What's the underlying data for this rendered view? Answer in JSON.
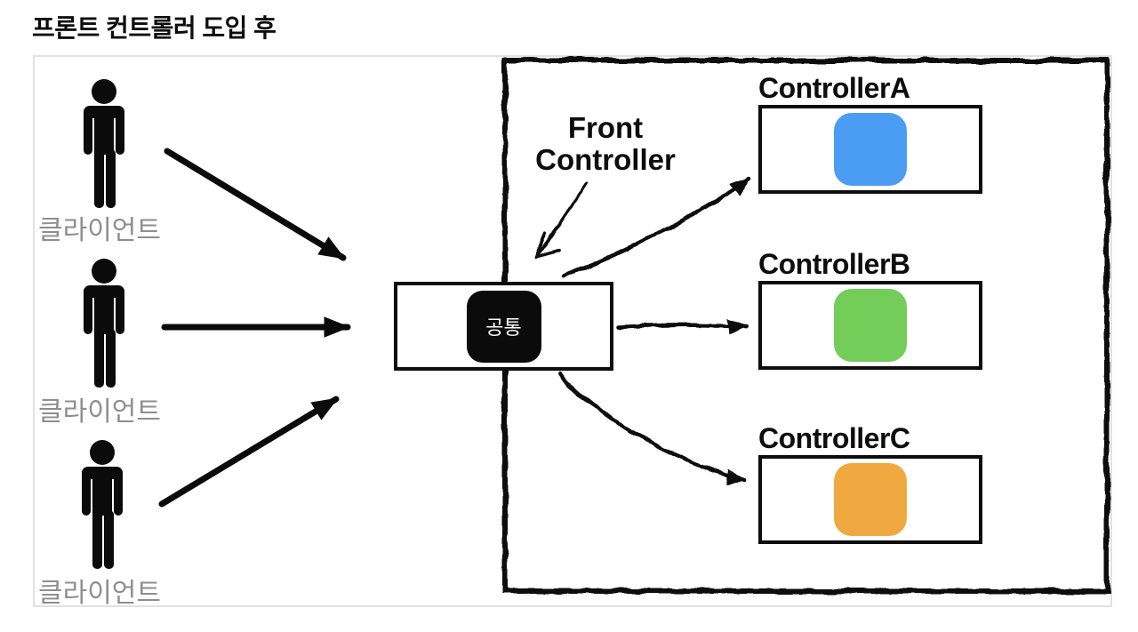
{
  "title": "프론트 컨트롤러 도입 후",
  "clients": [
    {
      "label": "클라이언트"
    },
    {
      "label": "클라이언트"
    },
    {
      "label": "클라이언트"
    }
  ],
  "front_controller": {
    "annotation": "Front Controller",
    "common_label": "공통"
  },
  "controllers": [
    {
      "label": "ControllerA",
      "color": "#4a9df2"
    },
    {
      "label": "ControllerB",
      "color": "#73cd58"
    },
    {
      "label": "ControllerC",
      "color": "#f0a940"
    }
  ],
  "colors": {
    "diagram_ink": "#0d0d0d",
    "panel_border": "#e1e1e1",
    "client_label_gray": "#8e8e8e"
  }
}
